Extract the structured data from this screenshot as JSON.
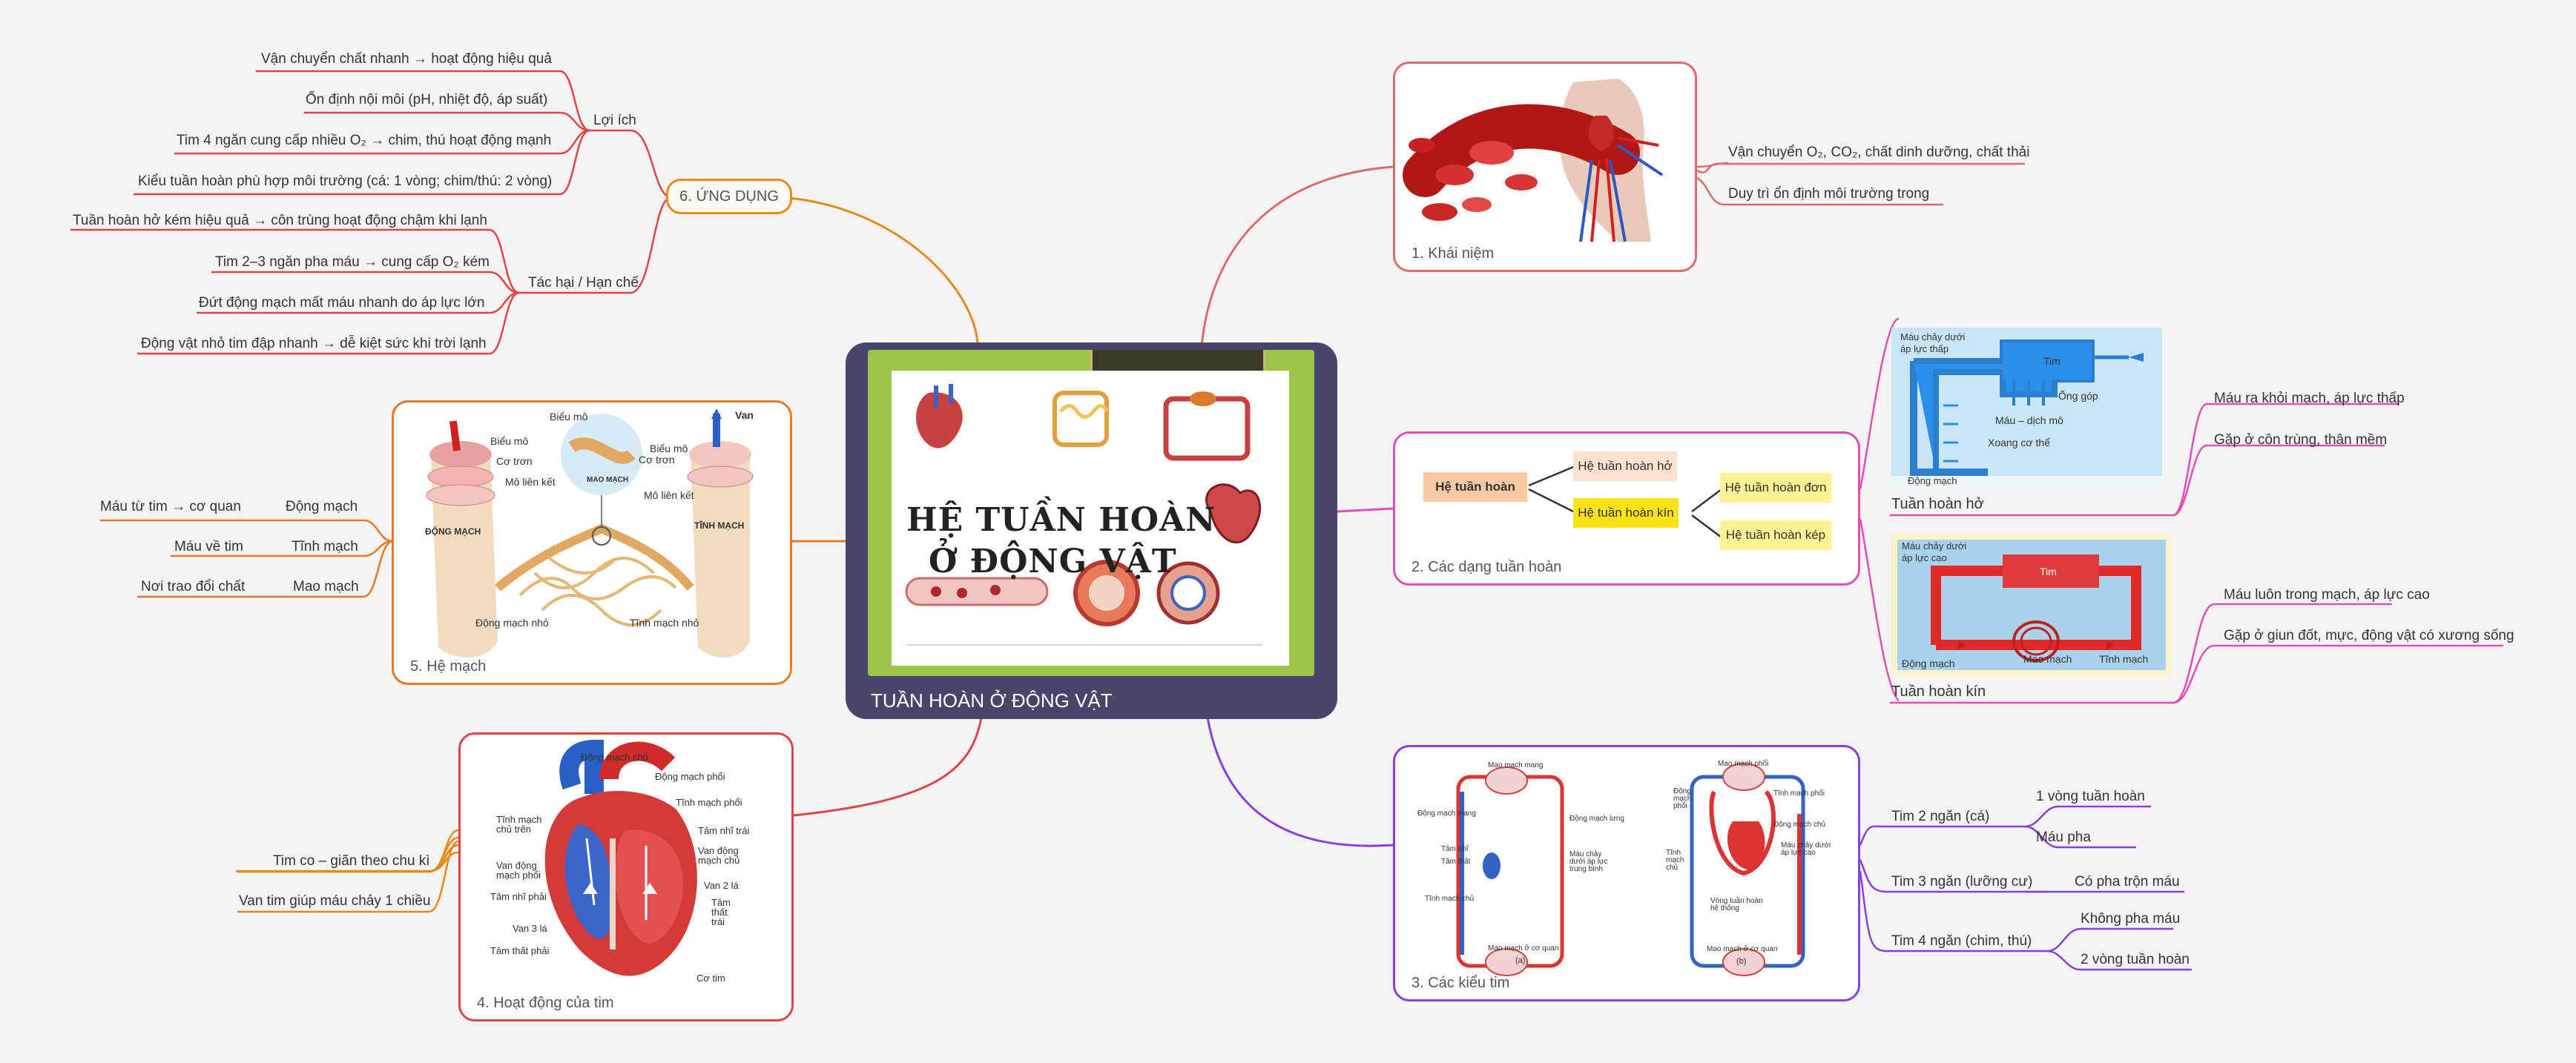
{
  "center": {
    "title": "TUẦN HOÀN Ở ĐỘNG VẬT",
    "poster_line1": "HỆ TUẦN HOÀN",
    "poster_line2": "Ở ĐỘNG VẬT"
  },
  "b1": {
    "caption": "1. Khái niệm",
    "leaves": [
      "Vận chuyển O₂, CO₂, chất dinh dưỡng, chất thải",
      "Duy trì ổn định môi trường trong"
    ]
  },
  "b2": {
    "caption": "2. Các dạng tuần hoàn",
    "diagram": {
      "root": "Hệ tuần hoàn",
      "open": "Hệ tuần hoàn hở",
      "closed": "Hệ tuần hoàn kín",
      "single": "Hệ tuần hoàn đơn",
      "double": "Hệ tuần hoàn kép"
    },
    "open_label": "Tuần hoàn hở",
    "open_leaves": [
      "Máu ra khỏi mạch, áp lực thấp",
      "Gặp ở côn trùng, thân mềm"
    ],
    "open_img": {
      "l1": "Máu chảy dưới",
      "l2": "áp lực thấp",
      "heart": "Tim",
      "ong_gop": "Ống góp",
      "mau": "Máu – dịch mô",
      "xoang": "Xoang cơ thể",
      "dm": "Động mạch"
    },
    "closed_label": "Tuần hoàn kín",
    "closed_leaves": [
      "Máu luôn trong mạch, áp lực cao",
      "Gặp ở giun đốt, mực, động vật có xương sống"
    ],
    "closed_img": {
      "l1": "Máu chảy dưới",
      "l2": "áp lực cao",
      "heart": "Tim",
      "dm": "Động mạch",
      "mm": "Mao mạch",
      "tm": "Tĩnh mạch"
    }
  },
  "b3": {
    "caption": "3. Các kiểu tim",
    "groups": [
      {
        "label": "Tim 2 ngăn (cá)",
        "leaves": [
          "1 vòng tuần hoàn",
          "Máu pha"
        ]
      },
      {
        "label": "Tim 3 ngăn (lưỡng cư)",
        "leaves": [
          "Có pha trộn máu"
        ]
      },
      {
        "label": "Tim 4 ngăn (chim, thú)",
        "leaves": [
          "Không pha máu",
          "2 vòng tuần hoàn"
        ]
      }
    ],
    "img": {
      "a1": "Mao mạch mang",
      "a2": "Động mạch mang",
      "a3": "Động mạch lưng",
      "a4": "Tâm nhĩ",
      "a5": "Tâm thất",
      "a6": "Máu chảy dưới áp lực trung bình",
      "a7": "Tĩnh mạch chủ",
      "a8": "Mao mạch ở cơ quan",
      "a9": "(a)",
      "b1": "Mao mạch phổi",
      "b2": "Động mạch phổi",
      "b3": "Tĩnh mạch phổi",
      "b4": "Tĩnh mạch chủ",
      "b5": "Động mạch chủ",
      "b6": "Máu chảy dưới áp lực cao",
      "b7": "Vòng tuần hoàn hệ thống",
      "b8": "Mao mạch ở cơ quan",
      "b9": "(b)"
    }
  },
  "b4": {
    "caption": "4. Hoạt động của tim",
    "leaves": [
      "Tim co – giãn theo chu kì",
      "Van tim giúp máu chảy 1 chiều"
    ],
    "img": [
      "Động mạch chủ",
      "Động mạch phổi",
      "Tĩnh mạch phổi",
      "Tâm nhĩ trái",
      "Van động mạch chủ",
      "Van 2 lá",
      "Tâm thất trái",
      "Cơ tim",
      "Tĩnh mạch chủ trên",
      "Van động mạch phổi",
      "Tâm nhĩ phải",
      "Van 3 lá",
      "Tâm thất phải"
    ]
  },
  "b5": {
    "caption": "5. Hệ mạch",
    "groups": [
      {
        "label": "Động mạch",
        "leaf": "Máu từ tim → cơ quan"
      },
      {
        "label": "Tĩnh mạch",
        "leaf": "Máu về tim"
      },
      {
        "label": "Mao mạch",
        "leaf": "Nơi trao đổi chất"
      }
    ],
    "img": {
      "bieu_mo": "Biểu mô",
      "co_tron": "Cơ trơn",
      "mo_lien_ket": "Mô liên kết",
      "dm": "ĐỘNG MẠCH",
      "tm": "TĨNH MẠCH",
      "mm": "MAO MẠCH",
      "van": "Van",
      "dmn": "Động mạch nhỏ",
      "tmn": "Tĩnh mạch nhỏ"
    }
  },
  "b6": {
    "label": "6. ỨNG DỤNG",
    "benefit_label": "Lợi ích",
    "benefits": [
      "Vận chuyển chất nhanh → hoạt động hiệu quả",
      "Ổn định nội môi (pH, nhiệt độ, áp suất)",
      "Tim 4 ngăn cung cấp nhiều O₂ → chim, thú hoạt động mạnh",
      "Kiểu tuần hoàn phù hợp môi trường (cá: 1 vòng; chim/thú: 2 vòng)"
    ],
    "harm_label": "Tác hại / Hạn chế",
    "harms": [
      "Tuần hoàn hở kém hiệu quả → côn trùng hoạt động chậm khi lạnh",
      "Tim 2–3 ngăn pha máu → cung cấp O₂ kém",
      "Đứt động mạch mất máu nhanh do áp lực lớn",
      "Động vật nhỏ tim đập nhanh → dễ kiệt sức khi trời lạnh"
    ]
  },
  "colors": {
    "b1": "#e06b6b",
    "b2": "#e04fb5",
    "b3": "#8a3fe0",
    "b4": "#e04444",
    "b5": "#e8782a",
    "b6": "#e88a1a"
  }
}
